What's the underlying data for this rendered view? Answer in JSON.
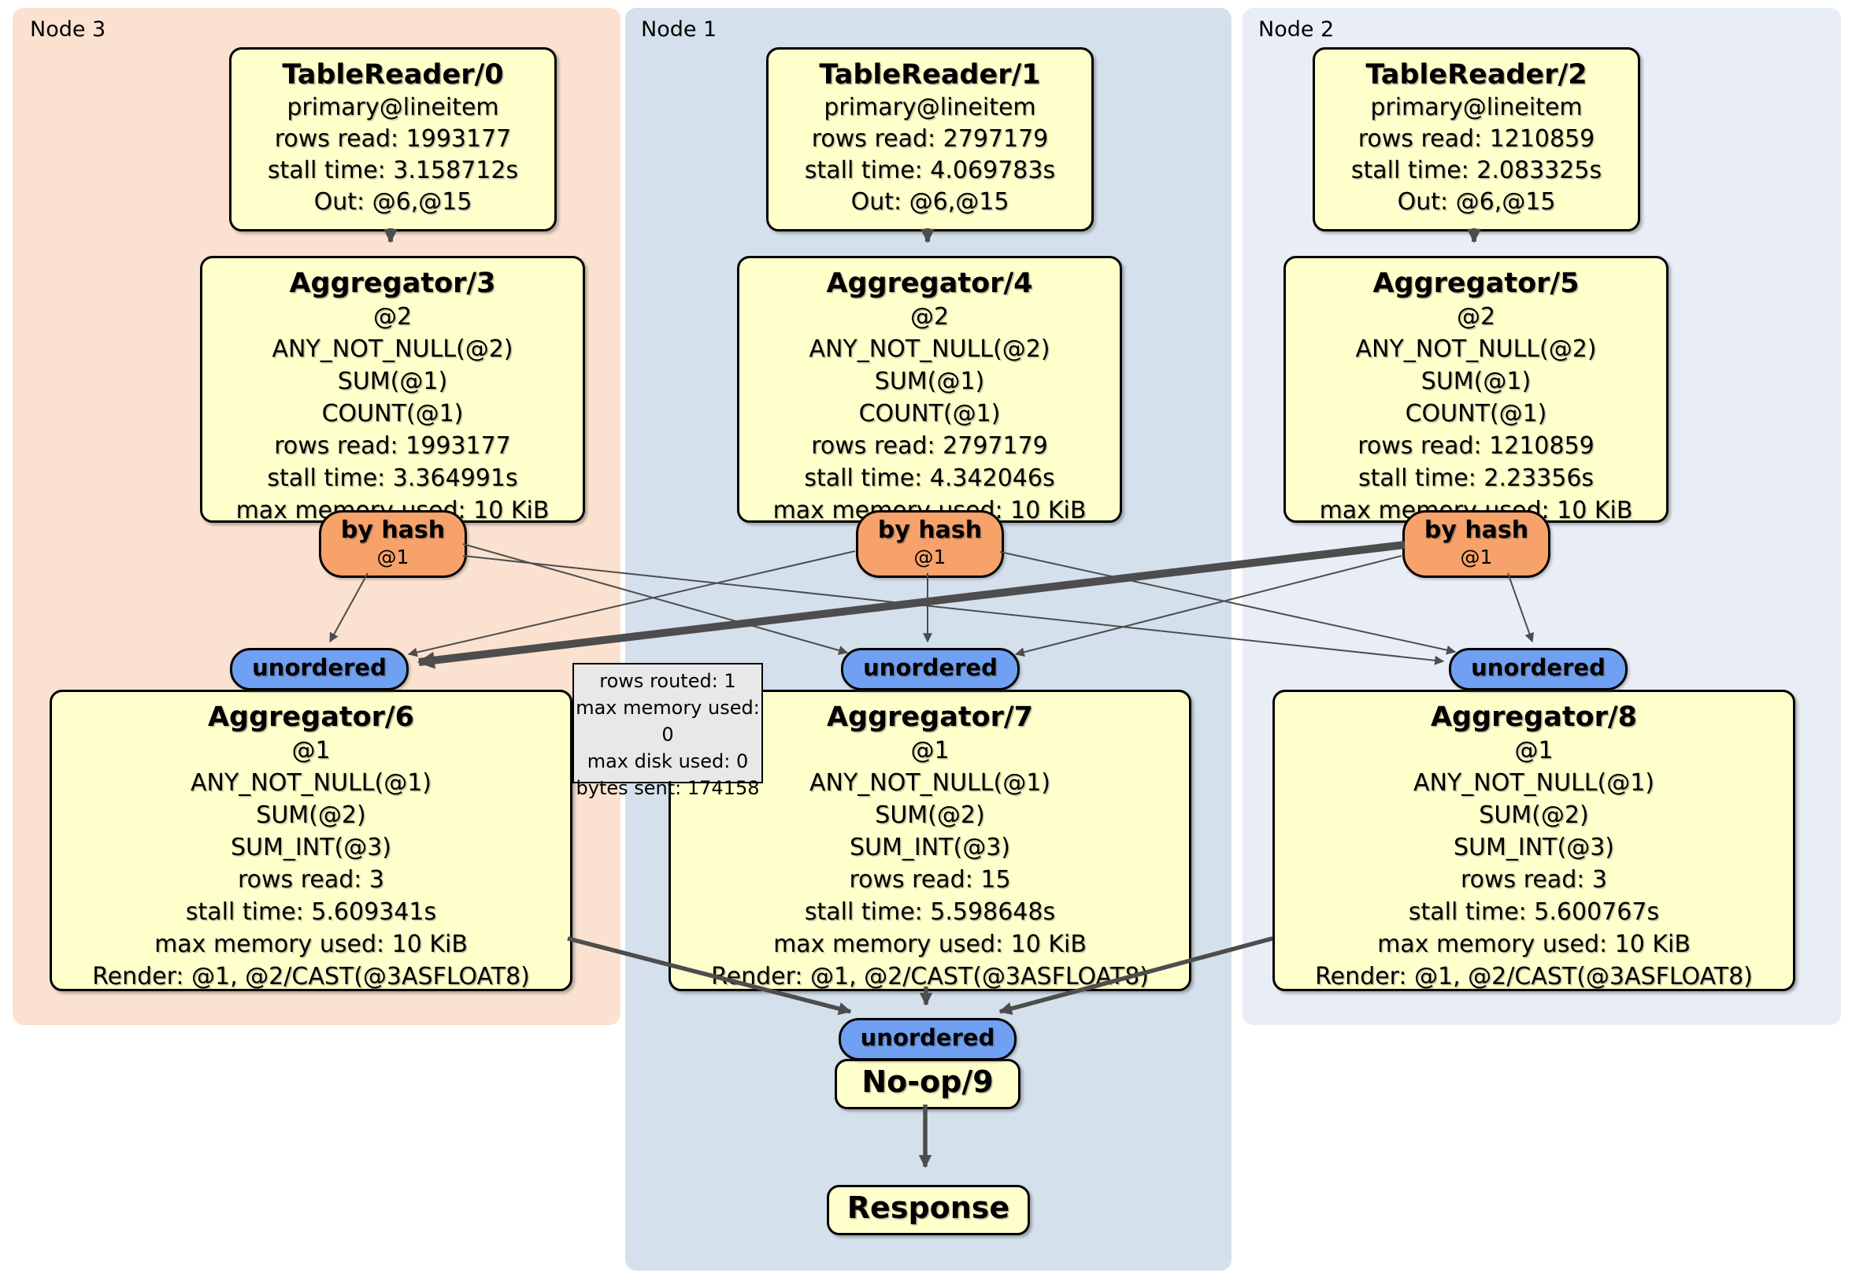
{
  "panels": {
    "node3": {
      "label": "Node 3"
    },
    "node1": {
      "label": "Node 1"
    },
    "node2": {
      "label": "Node 2"
    }
  },
  "processors": {
    "tr0": {
      "title": "TableReader/0",
      "lines": [
        "primary@lineitem",
        "rows read: 1993177",
        "stall time: 3.158712s",
        "Out: @6,@15"
      ]
    },
    "tr1": {
      "title": "TableReader/1",
      "lines": [
        "primary@lineitem",
        "rows read: 2797179",
        "stall time: 4.069783s",
        "Out: @6,@15"
      ]
    },
    "tr2": {
      "title": "TableReader/2",
      "lines": [
        "primary@lineitem",
        "rows read: 1210859",
        "stall time: 2.083325s",
        "Out: @6,@15"
      ]
    },
    "agg3": {
      "title": "Aggregator/3",
      "lines": [
        "@2",
        "ANY_NOT_NULL(@2)",
        "SUM(@1)",
        "COUNT(@1)",
        "rows read: 1993177",
        "stall time: 3.364991s",
        "max memory used: 10 KiB"
      ]
    },
    "agg4": {
      "title": "Aggregator/4",
      "lines": [
        "@2",
        "ANY_NOT_NULL(@2)",
        "SUM(@1)",
        "COUNT(@1)",
        "rows read: 2797179",
        "stall time: 4.342046s",
        "max memory used: 10 KiB"
      ]
    },
    "agg5": {
      "title": "Aggregator/5",
      "lines": [
        "@2",
        "ANY_NOT_NULL(@2)",
        "SUM(@1)",
        "COUNT(@1)",
        "rows read: 1210859",
        "stall time: 2.23356s",
        "max memory used: 10 KiB"
      ]
    },
    "agg6": {
      "title": "Aggregator/6",
      "lines": [
        "@1",
        "ANY_NOT_NULL(@1)",
        "SUM(@2)",
        "SUM_INT(@3)",
        "rows read: 3",
        "stall time: 5.609341s",
        "max memory used: 10 KiB",
        "Render: @1, @2/CAST(@3ASFLOAT8)"
      ]
    },
    "agg7": {
      "title": "Aggregator/7",
      "lines": [
        "@1",
        "ANY_NOT_NULL(@1)",
        "SUM(@2)",
        "SUM_INT(@3)",
        "rows read: 15",
        "stall time: 5.598648s",
        "max memory used: 10 KiB",
        "Render: @1, @2/CAST(@3ASFLOAT8)"
      ]
    },
    "agg8": {
      "title": "Aggregator/8",
      "lines": [
        "@1",
        "ANY_NOT_NULL(@1)",
        "SUM(@2)",
        "SUM_INT(@3)",
        "rows read: 3",
        "stall time: 5.600767s",
        "max memory used: 10 KiB",
        "Render: @1, @2/CAST(@3ASFLOAT8)"
      ]
    },
    "noop": {
      "title": "No-op/9"
    },
    "response": {
      "title": "Response"
    }
  },
  "routers": [
    {
      "label": "by hash",
      "sub": "@1"
    },
    {
      "label": "by hash",
      "sub": "@1"
    },
    {
      "label": "by hash",
      "sub": "@1"
    }
  ],
  "syncs": [
    {
      "label": "unordered"
    },
    {
      "label": "unordered"
    },
    {
      "label": "unordered"
    },
    {
      "label": "unordered"
    }
  ],
  "tooltip": {
    "lines": [
      "rows routed: 1",
      "max memory used: 0",
      "max disk used: 0",
      "bytes sent: 174158"
    ]
  },
  "colors": {
    "panel-node3": "#fbe1cf",
    "panel-node1": "#d4e1ec",
    "panel-node2": "#e9edf6",
    "box-fill": "#ffffcc",
    "router-fill": "#f7a26b",
    "sync-fill": "#6fa0f2",
    "tooltip-fill": "#e8e8e8",
    "edge": "#4d4d4d"
  }
}
